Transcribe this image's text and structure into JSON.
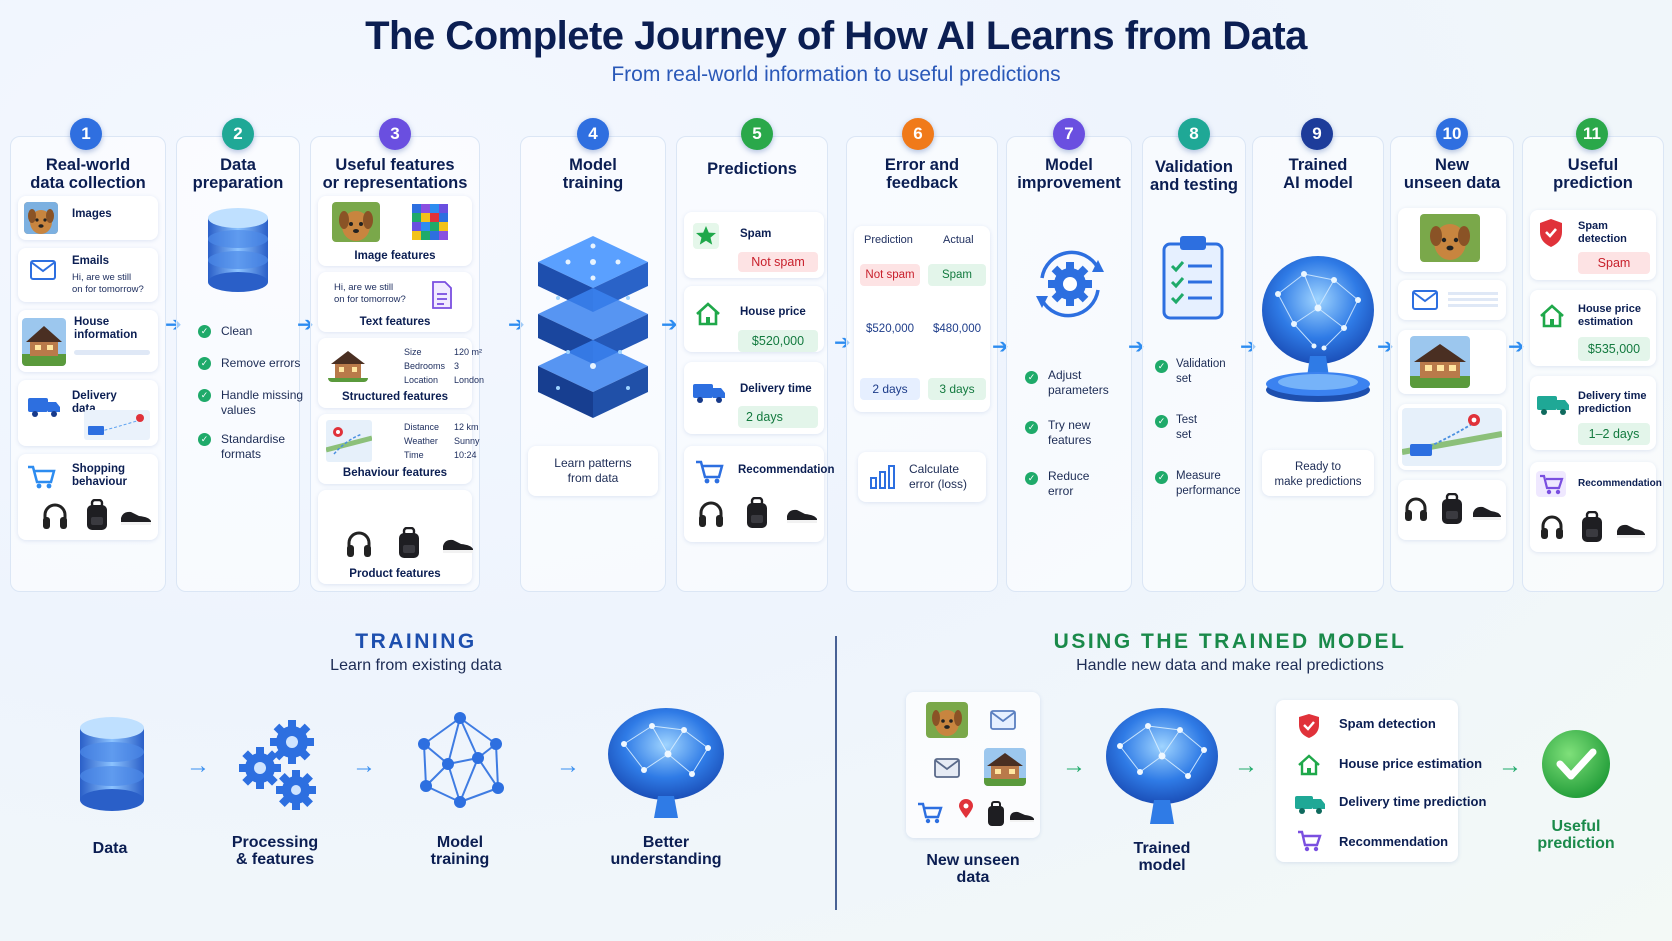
{
  "header": {
    "title": "The Complete Journey of How AI Learns from Data",
    "subtitle": "From real-world information to useful predictions"
  },
  "colors": {
    "badge_blue": "#2f6fe0",
    "badge_teal": "#1fa896",
    "badge_purple": "#6a4fe0",
    "badge_green": "#2aa84a",
    "badge_orange": "#f07a1a",
    "badge_navy": "#1d3c9a",
    "training_title": "#1e4fae",
    "using_title": "#1a8a4a"
  },
  "steps": [
    {
      "num": "1",
      "title": [
        "Real-world",
        "data collection"
      ],
      "items": {
        "images": "Images",
        "emails": "Emails",
        "email_text": [
          "Hi, are we still",
          "on for tomorrow?"
        ],
        "house": [
          "House",
          "information"
        ],
        "delivery": [
          "Delivery",
          "data"
        ],
        "shopping": [
          "Shopping",
          "behaviour"
        ]
      }
    },
    {
      "num": "2",
      "title": [
        "Data",
        "preparation"
      ],
      "checks": [
        [
          "Clean"
        ],
        [
          "Remove errors"
        ],
        [
          "Handle missing",
          "values"
        ],
        [
          "Standardise",
          "formats"
        ]
      ]
    },
    {
      "num": "3",
      "title": [
        "Useful features",
        "or representations"
      ],
      "items": {
        "image_features": "Image features",
        "email_text": [
          "Hi, are we still",
          "on for tomorrow?"
        ],
        "text_features": "Text features",
        "structured": [
          [
            "Size",
            "120 m²"
          ],
          [
            "Bedrooms",
            "3"
          ],
          [
            "Location",
            "London"
          ]
        ],
        "structured_features": "Structured features",
        "behaviour": [
          [
            "Distance",
            "12 km"
          ],
          [
            "Weather",
            "Sunny"
          ],
          [
            "Time",
            "10:24"
          ]
        ],
        "behaviour_features": "Behaviour features",
        "product_features": "Product features"
      }
    },
    {
      "num": "4",
      "title": [
        "Model",
        "training"
      ],
      "caption": [
        "Learn patterns",
        "from data"
      ]
    },
    {
      "num": "5",
      "title": [
        "Predictions"
      ],
      "items": {
        "spam": "Spam",
        "not_spam": "Not spam",
        "house_price": "House price",
        "price": "$520,000",
        "delivery_time": "Delivery time",
        "days": "2 days",
        "recommendation": "Recommendation"
      }
    },
    {
      "num": "6",
      "title": [
        "Error and",
        "feedback"
      ],
      "table": {
        "h1": "Prediction",
        "h2": "Actual",
        "rows": [
          [
            "Not spam",
            "Spam"
          ],
          [
            "$520,000",
            "$480,000"
          ],
          [
            "2 days",
            "3 days"
          ]
        ]
      },
      "calc": [
        "Calculate",
        "error (loss)"
      ]
    },
    {
      "num": "7",
      "title": [
        "Model",
        "improvement"
      ],
      "checks": [
        [
          "Adjust",
          "parameters"
        ],
        [
          "Try new",
          "features"
        ],
        [
          "Reduce",
          "error"
        ]
      ]
    },
    {
      "num": "8",
      "title": [
        "Validation",
        "and testing"
      ],
      "checks": [
        [
          "Validation",
          "set"
        ],
        [
          "Test",
          "set"
        ],
        [
          "Measure",
          "performance"
        ]
      ]
    },
    {
      "num": "9",
      "title": [
        "Trained",
        "AI model"
      ],
      "caption": [
        "Ready to",
        "make predictions"
      ]
    },
    {
      "num": "10",
      "title": [
        "New",
        "unseen data"
      ]
    },
    {
      "num": "11",
      "title": [
        "Useful",
        "prediction"
      ],
      "items": {
        "spam": [
          "Spam",
          "detection"
        ],
        "spam_val": "Spam",
        "house": [
          "House price",
          "estimation"
        ],
        "price": "$535,000",
        "delivery": [
          "Delivery time",
          "prediction"
        ],
        "days": "1–2 days",
        "recommendation": "Recommendation"
      }
    }
  ],
  "training": {
    "title": "TRAINING",
    "subtitle": "Learn from existing data",
    "stages": [
      [
        "Data"
      ],
      [
        "Processing",
        "& features"
      ],
      [
        "Model",
        "training"
      ],
      [
        "Better",
        "understanding"
      ]
    ]
  },
  "using": {
    "title": "USING THE TRAINED MODEL",
    "subtitle": "Handle new data and make real predictions",
    "new_data": [
      "New unseen",
      "data"
    ],
    "trained": [
      "Trained",
      "model"
    ],
    "outputs": [
      "Spam detection",
      "House price estimation",
      "Delivery time prediction",
      "Recommendation"
    ],
    "useful": [
      "Useful",
      "prediction"
    ]
  }
}
